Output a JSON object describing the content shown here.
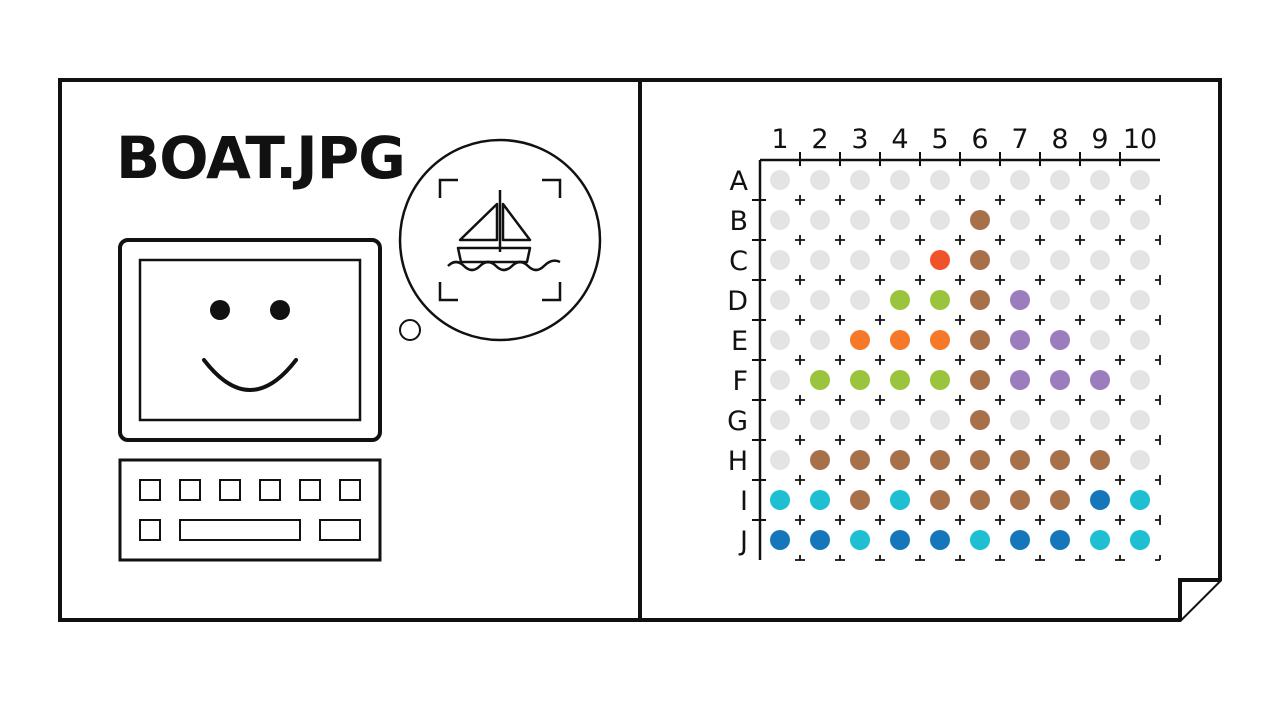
{
  "title": "BOAT.JPG",
  "grid": {
    "columns": [
      "1",
      "2",
      "3",
      "4",
      "5",
      "6",
      "7",
      "8",
      "9",
      "10"
    ],
    "rows": [
      "A",
      "B",
      "C",
      "D",
      "E",
      "F",
      "G",
      "H",
      "I",
      "J"
    ],
    "legend_colors": {
      "_": "#e4e4e4",
      "b": "#a7704a",
      "r": "#f0522a",
      "o": "#f47a2a",
      "g": "#99c43c",
      "p": "#9b7dbd",
      "c": "#1fbfd3",
      "d": "#1676bb"
    },
    "cells": [
      "__________",
      "_____b____",
      "____rb____",
      "___ggbp___",
      "__ooobpp__",
      "_ggggbppp_",
      "_____b____",
      "_bbbbbbbb_",
      "ccbcbbbbdc",
      "ddcddcddcc"
    ]
  }
}
